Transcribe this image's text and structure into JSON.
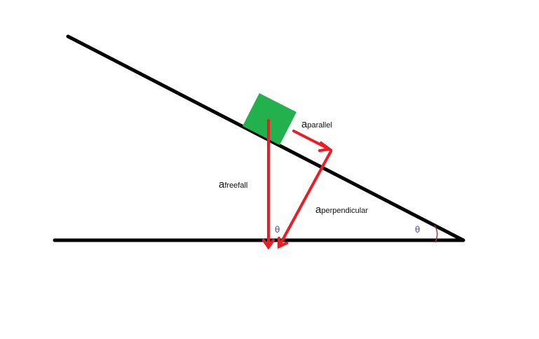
{
  "labels": {
    "a_parallel": {
      "base": "a",
      "sub": "parallel"
    },
    "a_freefall": {
      "base": "a",
      "sub": "freefall"
    },
    "a_perpendicular": {
      "base": "a",
      "sub": "perpendicular"
    },
    "theta_left": "θ",
    "theta_right": "θ"
  },
  "colors": {
    "line": "#000000",
    "block": "#22b14c",
    "arrow": "#ed1c24",
    "theta": "#3f48cc",
    "angle_arc": "#b0303a"
  }
}
